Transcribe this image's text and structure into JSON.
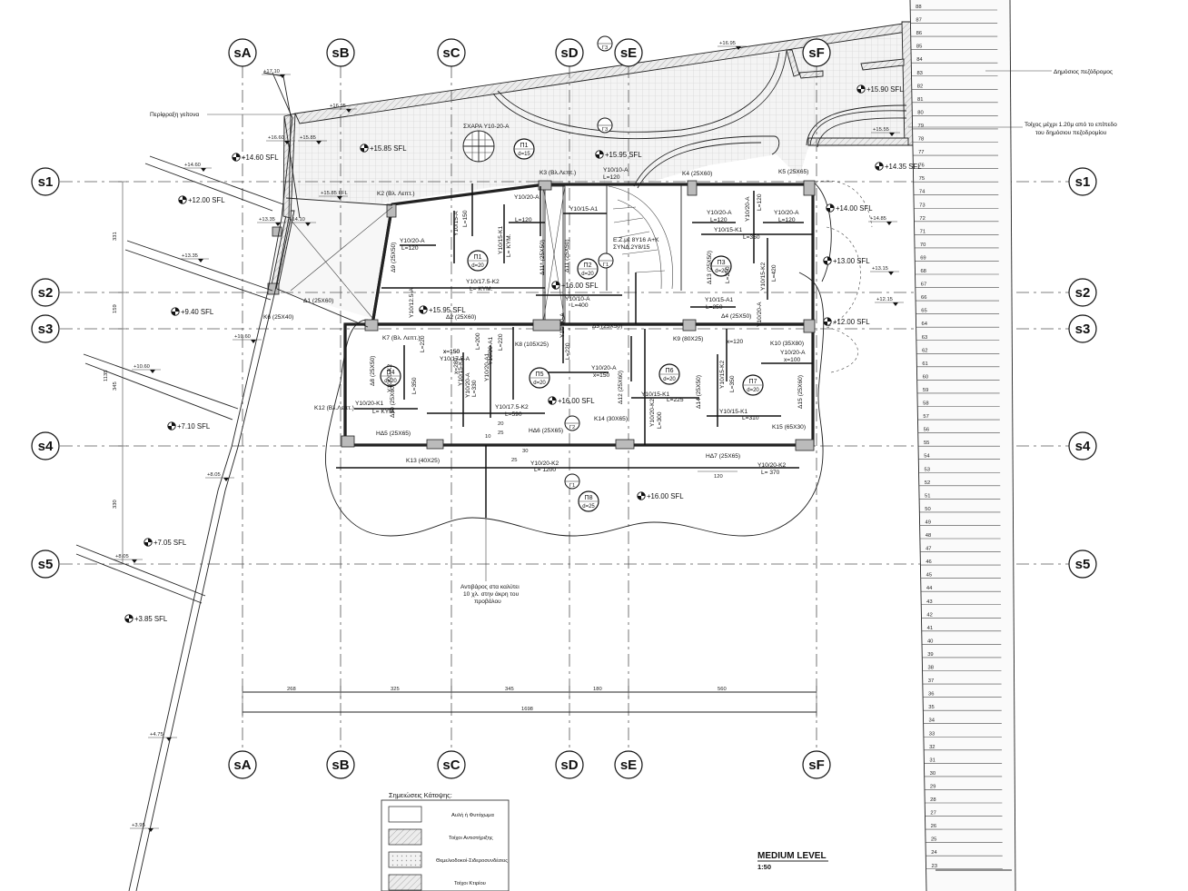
{
  "grid": {
    "columns": [
      "sA",
      "sB",
      "sC",
      "sD",
      "sE",
      "sF"
    ],
    "rows": [
      "s1",
      "s2",
      "s3",
      "s4",
      "s5"
    ]
  },
  "level_markers": [
    {
      "id": "lv1",
      "text": "+15.90 SFL"
    },
    {
      "id": "lv2",
      "text": "+15.85 SFL"
    },
    {
      "id": "lv3",
      "text": "+15.95 SFL"
    },
    {
      "id": "lv4",
      "text": "+14.60 SFL"
    },
    {
      "id": "lv5",
      "text": "+14.35 SFL"
    },
    {
      "id": "lv6",
      "text": "+12.00 SFL"
    },
    {
      "id": "lv7",
      "text": "+14.00 SFL"
    },
    {
      "id": "lv8",
      "text": "+13.00 SFL"
    },
    {
      "id": "lv9",
      "text": "+16.00 SFL"
    },
    {
      "id": "lv10",
      "text": "+15.95 SFL"
    },
    {
      "id": "lv11",
      "text": "+9.40 SFL"
    },
    {
      "id": "lv12",
      "text": "+12.00 SFL"
    },
    {
      "id": "lv13",
      "text": "+16.00 SFL"
    },
    {
      "id": "lv14",
      "text": "+7.10 SFL"
    },
    {
      "id": "lv15",
      "text": "+16.00 SFL"
    },
    {
      "id": "lv16",
      "text": "+7.05 SFL"
    },
    {
      "id": "lv17",
      "text": "+3.85 SFL"
    }
  ],
  "elevations": {
    "e1": "+17.10",
    "e2": "+16.95",
    "e3": "+16.95",
    "e4": "+16.60",
    "e5": "+15.85",
    "e6": "+14.60",
    "e7": "+15.85 FFL",
    "e8": "+13.35",
    "e9": "+14.10",
    "e10": "+13.35",
    "e11": "+10.60",
    "e12": "+10.60",
    "e13": "+8.05",
    "e14": "+8.05",
    "e15": "+4.75",
    "e16": "+3.95",
    "e17": "+15.55",
    "e18": "+14.85",
    "e19": "+13.15",
    "e20": "+12.15"
  },
  "annotations": {
    "perimeter": "Περίφραξη γείτονα",
    "sidewalk": "Δημόσιος πεζόδρομος",
    "wall_note_1": "Τοίχος μέχρι 1.20μ από το επίπεδο",
    "wall_note_2": "του δημόσιου πεζοδρομίου",
    "grate": "ΣΧΑΡΑ Y10-20-A",
    "counterweight_1": "Αντιβάρος στα καλύτει",
    "counterweight_2": "10 χλ. στην άκρη του",
    "counterweight_3": "προβόλου",
    "stair_note_1": "Ε.Ζ.μέ 8Y16 Α+Κ",
    "stair_note_2": "ΣΥΝΔ.2Y8/15"
  },
  "slabs": [
    {
      "id": "P1",
      "name": "Π1",
      "d": "d=15"
    },
    {
      "id": "P2",
      "name": "Π2",
      "d": "d=20"
    },
    {
      "id": "P3",
      "name": "Π3",
      "d": "d=20"
    },
    {
      "id": "P4",
      "name": "Π4",
      "d": "d=20"
    },
    {
      "id": "P5",
      "name": "Π5",
      "d": "d=20"
    },
    {
      "id": "P6",
      "name": "Π6",
      "d": "d=20"
    },
    {
      "id": "P7",
      "name": "Π7",
      "d": "d=20"
    },
    {
      "id": "P8",
      "name": "Π8",
      "d": "d=25"
    },
    {
      "id": "P9",
      "name": "Π1",
      "d": "d=20"
    }
  ],
  "beams": {
    "k1": "K3 (Βλ.Λεπτ.)",
    "k2": "K4 (25X60)",
    "k3": "K5 (25X65)",
    "k4": "K2 (Βλ. Λεπτ.)",
    "k5": "K6 (25X40)",
    "k6": "K7 (Βλ. Λεπτ.)",
    "k7": "K8 (105X25)",
    "k8": "K9 (80X25)",
    "k9": "K10 (35X80)",
    "k10": "K12 (Βλ.Λεπτ.)",
    "k11": "K13 (40X25)",
    "k12": "K14 (30X65)",
    "k13": "K15 (65X30)",
    "d1": "Δ1 (25X60)",
    "d2": "Δ2 (25X60)",
    "d3": "Δ3 (25X50)",
    "d4": "Δ4 (25X50)",
    "d9": "Δ9 (25X50)",
    "d8": "Δ8 (25X50)",
    "d10": "Δ10 (25X60)",
    "d11": "Δ11 (25X50)",
    "d11b": "Δ11* (25X50)",
    "d12": "Δ12 (25X60)",
    "d13": "Δ13 (25X50)",
    "d14": "Δ14 (25X50)",
    "d15": "Δ15 (25X60)",
    "h5": "HΔ5 (25X65)",
    "h6": "HΔ6 (25X65)",
    "h7": "HΔ7 (25X65)"
  },
  "rebar": {
    "r1": "Y10/20-A",
    "r1b": "L=120",
    "r2": "Y10/15-A1",
    "r3": "Y10/10-A",
    "r3b": "L=120",
    "r4": "Y10/20-A",
    "r4b": "L=120",
    "r5": "Y10/20-A",
    "r5b": "L=120",
    "r6": "Y10/15-K1",
    "r6b": "L=350",
    "r7": "Y10/17.5-K2",
    "r7b": "L= KYM.",
    "r8": "Y10/10-A",
    "r8b": "L=400",
    "r9": "Y10/15-A1",
    "r9b": "L=250",
    "r10": "Y10/20-A",
    "r10b": "L=120",
    "r11": "Y10/20-A",
    "r11b": "x=150",
    "r12": "Y10/20-A",
    "r12b": "x=100",
    "r13": "Y10/20-K1",
    "r13b": "L= KYM.",
    "r14": "Y10/17.5-K2",
    "r14b": "L=590",
    "r15": "Y10/15-K1",
    "r15b": "L=225",
    "r16": "Y10/15-K1",
    "r16b": "L=310",
    "r17": "Y10/20-K2",
    "r17b": "L= 1200",
    "r18": "Y10/20-K2",
    "r18b": "L= 370",
    "r19": "Y10/17.5-A",
    "r19b": "x=150",
    "r20": "Y10/20-A",
    "r20b": "L=120",
    "r21": "Y10/15-A",
    "r22": "Y10/15-K1",
    "r23": "Y10/20-A1",
    "r24": "Y10/20-A",
    "r25": "Y10/20-A",
    "r26": "Y10/20-A",
    "r27": "Y10/20-K2",
    "r28": "Y10/15-K2",
    "r29": "Y10/15-K2",
    "r30": "Y10/20-A",
    "r31": "Y10/12.5-A",
    "r32": "Y10/20-K2",
    "r33": "Y10/15-K1",
    "r34": "Y10/20-A1",
    "r35": "L= KYM.",
    "r36": "x=120",
    "r37": "x=150",
    "r38": "L=150",
    "r39": "L=120",
    "r40": "L=220",
    "r41": "L=200",
    "r42": "L=220",
    "r43": "L=350",
    "r44": "L=350",
    "r45": "L=250",
    "r46": "L=420",
    "r47": "L=220",
    "r48": "L=300",
    "r49": "x=280",
    "r50": "L=330",
    "r51": "120"
  },
  "dimensions": {
    "horizontal": [
      "268",
      "325",
      "345",
      "180",
      "560"
    ],
    "total": "1698",
    "vertical": [
      "331",
      "159",
      "1135",
      "345",
      "330"
    ]
  },
  "small_dims": [
    "20",
    "25",
    "30",
    "10",
    "25"
  ],
  "section_marks": [
    "Γ3",
    "Γ1",
    "Γ2",
    "Γ1",
    "Γ3"
  ],
  "legend": {
    "title": "Σημειώσεις Κάτοψης:",
    "items": [
      "Αυλή ή Φυτόχωμα",
      "Τοίχοι Αντιστήριξης",
      "Θεμελιοδοκοί-Σιδεροσυνδέσεις",
      "Τοίχοι Κτιρίου"
    ]
  },
  "drawing_title": "MEDIUM LEVEL",
  "drawing_scale": "1:50",
  "ruler": {
    "labels": [
      "88",
      "87",
      "86",
      "85",
      "84",
      "83",
      "82",
      "81",
      "80",
      "79",
      "78",
      "77",
      "76",
      "75",
      "74",
      "73",
      "72",
      "71",
      "70",
      "69",
      "68",
      "67",
      "66",
      "65",
      "64",
      "63",
      "62",
      "61",
      "60",
      "59",
      "58",
      "57",
      "56",
      "55",
      "54",
      "53",
      "52",
      "51",
      "50",
      "49",
      "48",
      "47",
      "46",
      "45",
      "44",
      "43",
      "42",
      "41",
      "40",
      "39",
      "38",
      "37",
      "36",
      "35",
      "34",
      "33",
      "32",
      "31",
      "30",
      "29",
      "28",
      "27",
      "26",
      "25",
      "24",
      "23"
    ]
  }
}
